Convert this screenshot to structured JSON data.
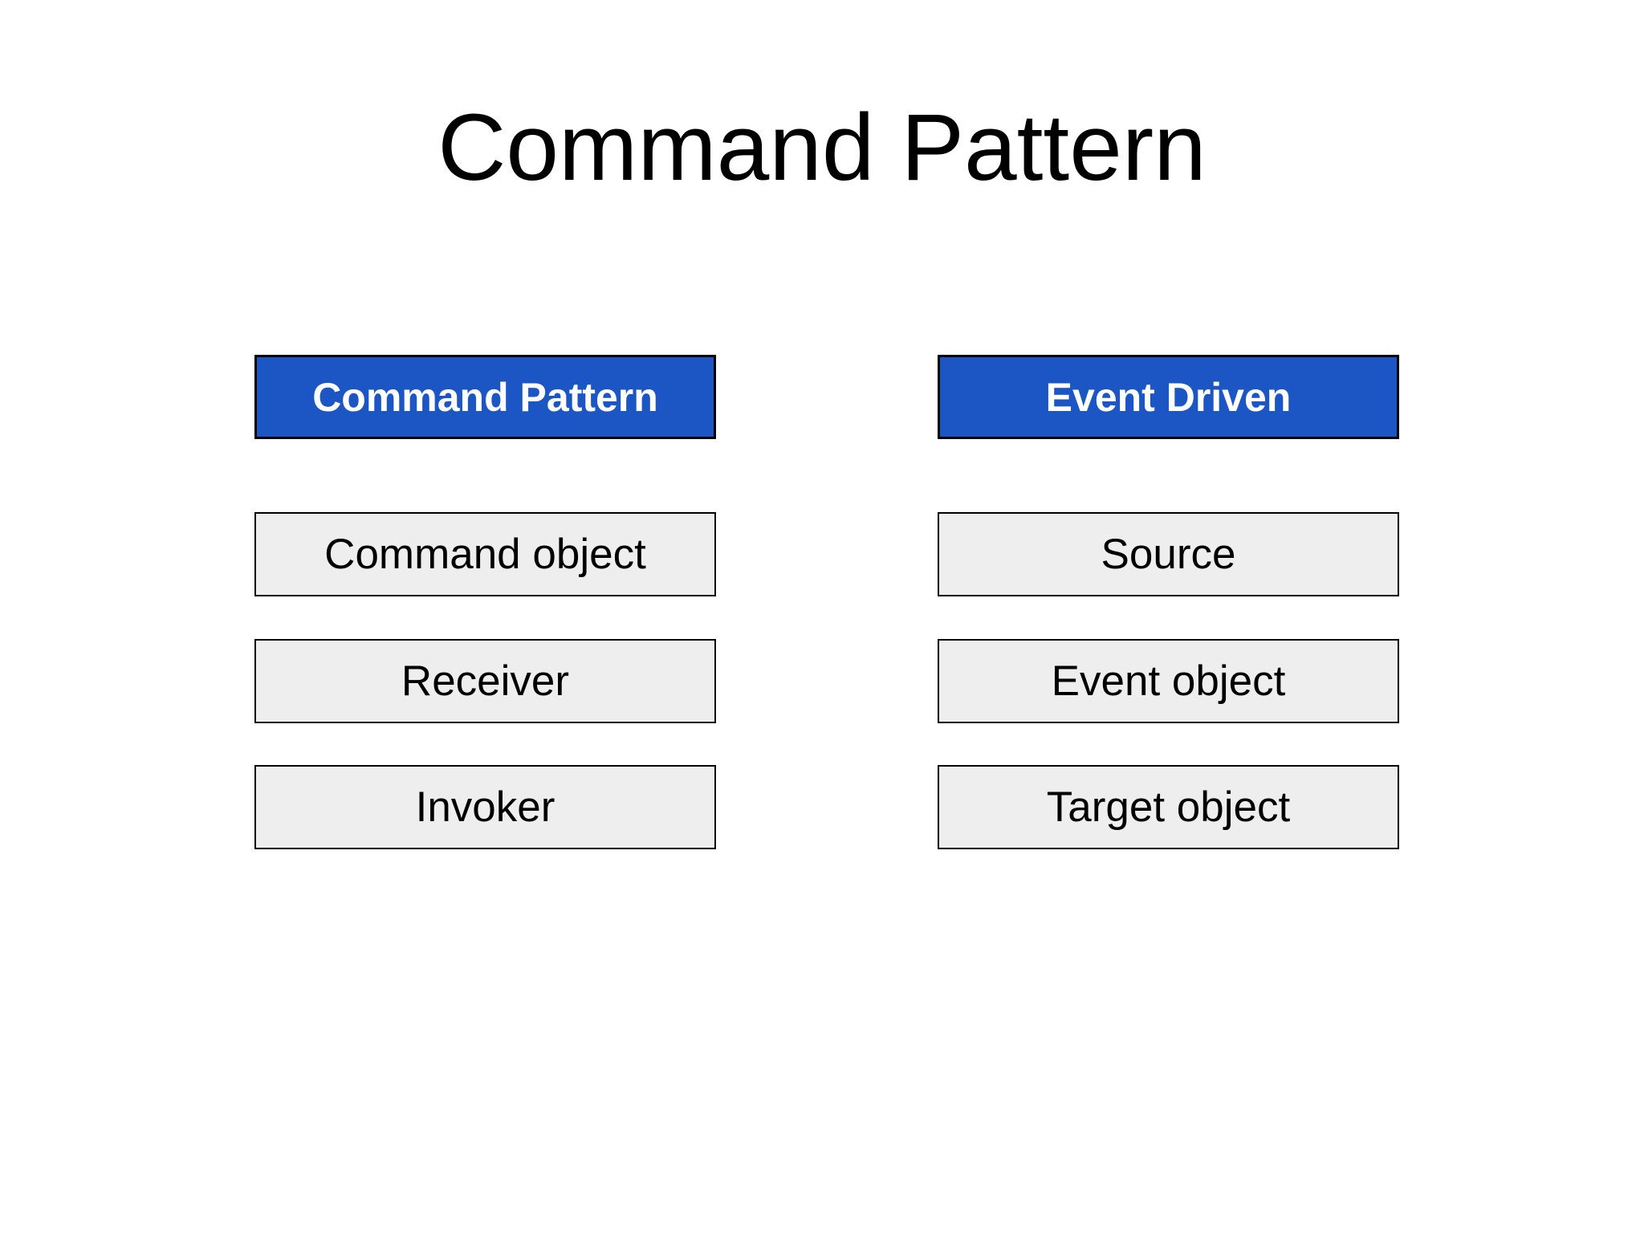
{
  "slide": {
    "title": "Command Pattern",
    "columns": [
      {
        "header": "Command Pattern",
        "items": [
          "Command object",
          "Receiver",
          "Invoker"
        ]
      },
      {
        "header": "Event Driven",
        "items": [
          "Source",
          "Event object",
          "Target object"
        ]
      }
    ],
    "colors": {
      "background": "#ffffff",
      "title_text": "#000000",
      "header_fill": "#1c56c5",
      "header_text": "#ffffff",
      "item_fill": "#eeeeee",
      "item_text": "#000000",
      "border": "#000000"
    }
  }
}
